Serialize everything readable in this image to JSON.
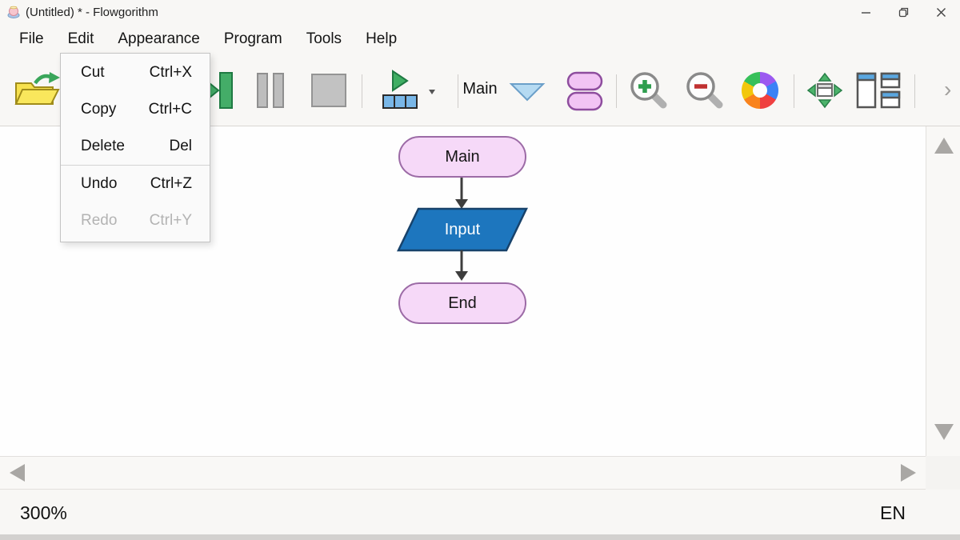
{
  "window": {
    "title": "(Untitled) * - Flowgorithm"
  },
  "menu_bar": {
    "items": [
      "File",
      "Edit",
      "Appearance",
      "Program",
      "Tools",
      "Help"
    ]
  },
  "edit_menu": {
    "items": [
      {
        "label": "Cut",
        "shortcut": "Ctrl+X",
        "enabled": true
      },
      {
        "label": "Copy",
        "shortcut": "Ctrl+C",
        "enabled": true
      },
      {
        "label": "Delete",
        "shortcut": "Del",
        "enabled": true
      },
      {
        "label": "Undo",
        "shortcut": "Ctrl+Z",
        "enabled": true
      },
      {
        "label": "Redo",
        "shortcut": "Ctrl+Y",
        "enabled": false
      }
    ]
  },
  "toolbar": {
    "function_selector_label": "Main",
    "overflow_chevron": "›",
    "icons": [
      "open-file-icon",
      "step-icon",
      "pause-icon",
      "stop-icon",
      "run-layout-icon",
      "function-dropdown-icon",
      "function-shapes-icon",
      "zoom-in-icon",
      "zoom-out-icon",
      "color-wheel-icon",
      "fit-to-window-icon",
      "window-layout-icon"
    ]
  },
  "flowchart": {
    "nodes": [
      {
        "type": "terminal",
        "label": "Main"
      },
      {
        "type": "input",
        "label": "Input"
      },
      {
        "type": "terminal",
        "label": "End"
      }
    ]
  },
  "status_bar": {
    "zoom_level": "300%",
    "language": "EN"
  },
  "colors": {
    "terminal_fill": "#f6d9f8",
    "terminal_border": "#9c6ba6",
    "input_fill": "#1d76be",
    "input_border": "#17426b",
    "accent_green": "#3fae63",
    "accent_blue": "#79b7e8",
    "accent_pink": "#f2c4f4",
    "arrow": "#3d3d3d"
  }
}
